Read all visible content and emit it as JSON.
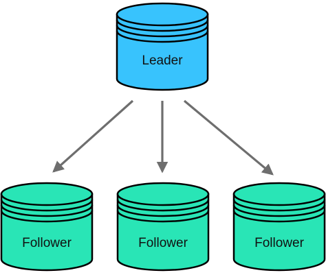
{
  "colors": {
    "leader_fill": "#38c3fd",
    "follower_fill": "#29e5b6",
    "outline": "#000000",
    "arrow": "#6e6e6e",
    "background": "#ffffff"
  },
  "leader": {
    "label": "Leader",
    "icon": "database-cylinder-icon"
  },
  "followers": [
    {
      "label": "Follower",
      "icon": "database-cylinder-icon"
    },
    {
      "label": "Follower",
      "icon": "database-cylinder-icon"
    },
    {
      "label": "Follower",
      "icon": "database-cylinder-icon"
    }
  ],
  "edges": [
    {
      "from": "leader",
      "to": "follower-1"
    },
    {
      "from": "leader",
      "to": "follower-2"
    },
    {
      "from": "leader",
      "to": "follower-3"
    }
  ]
}
